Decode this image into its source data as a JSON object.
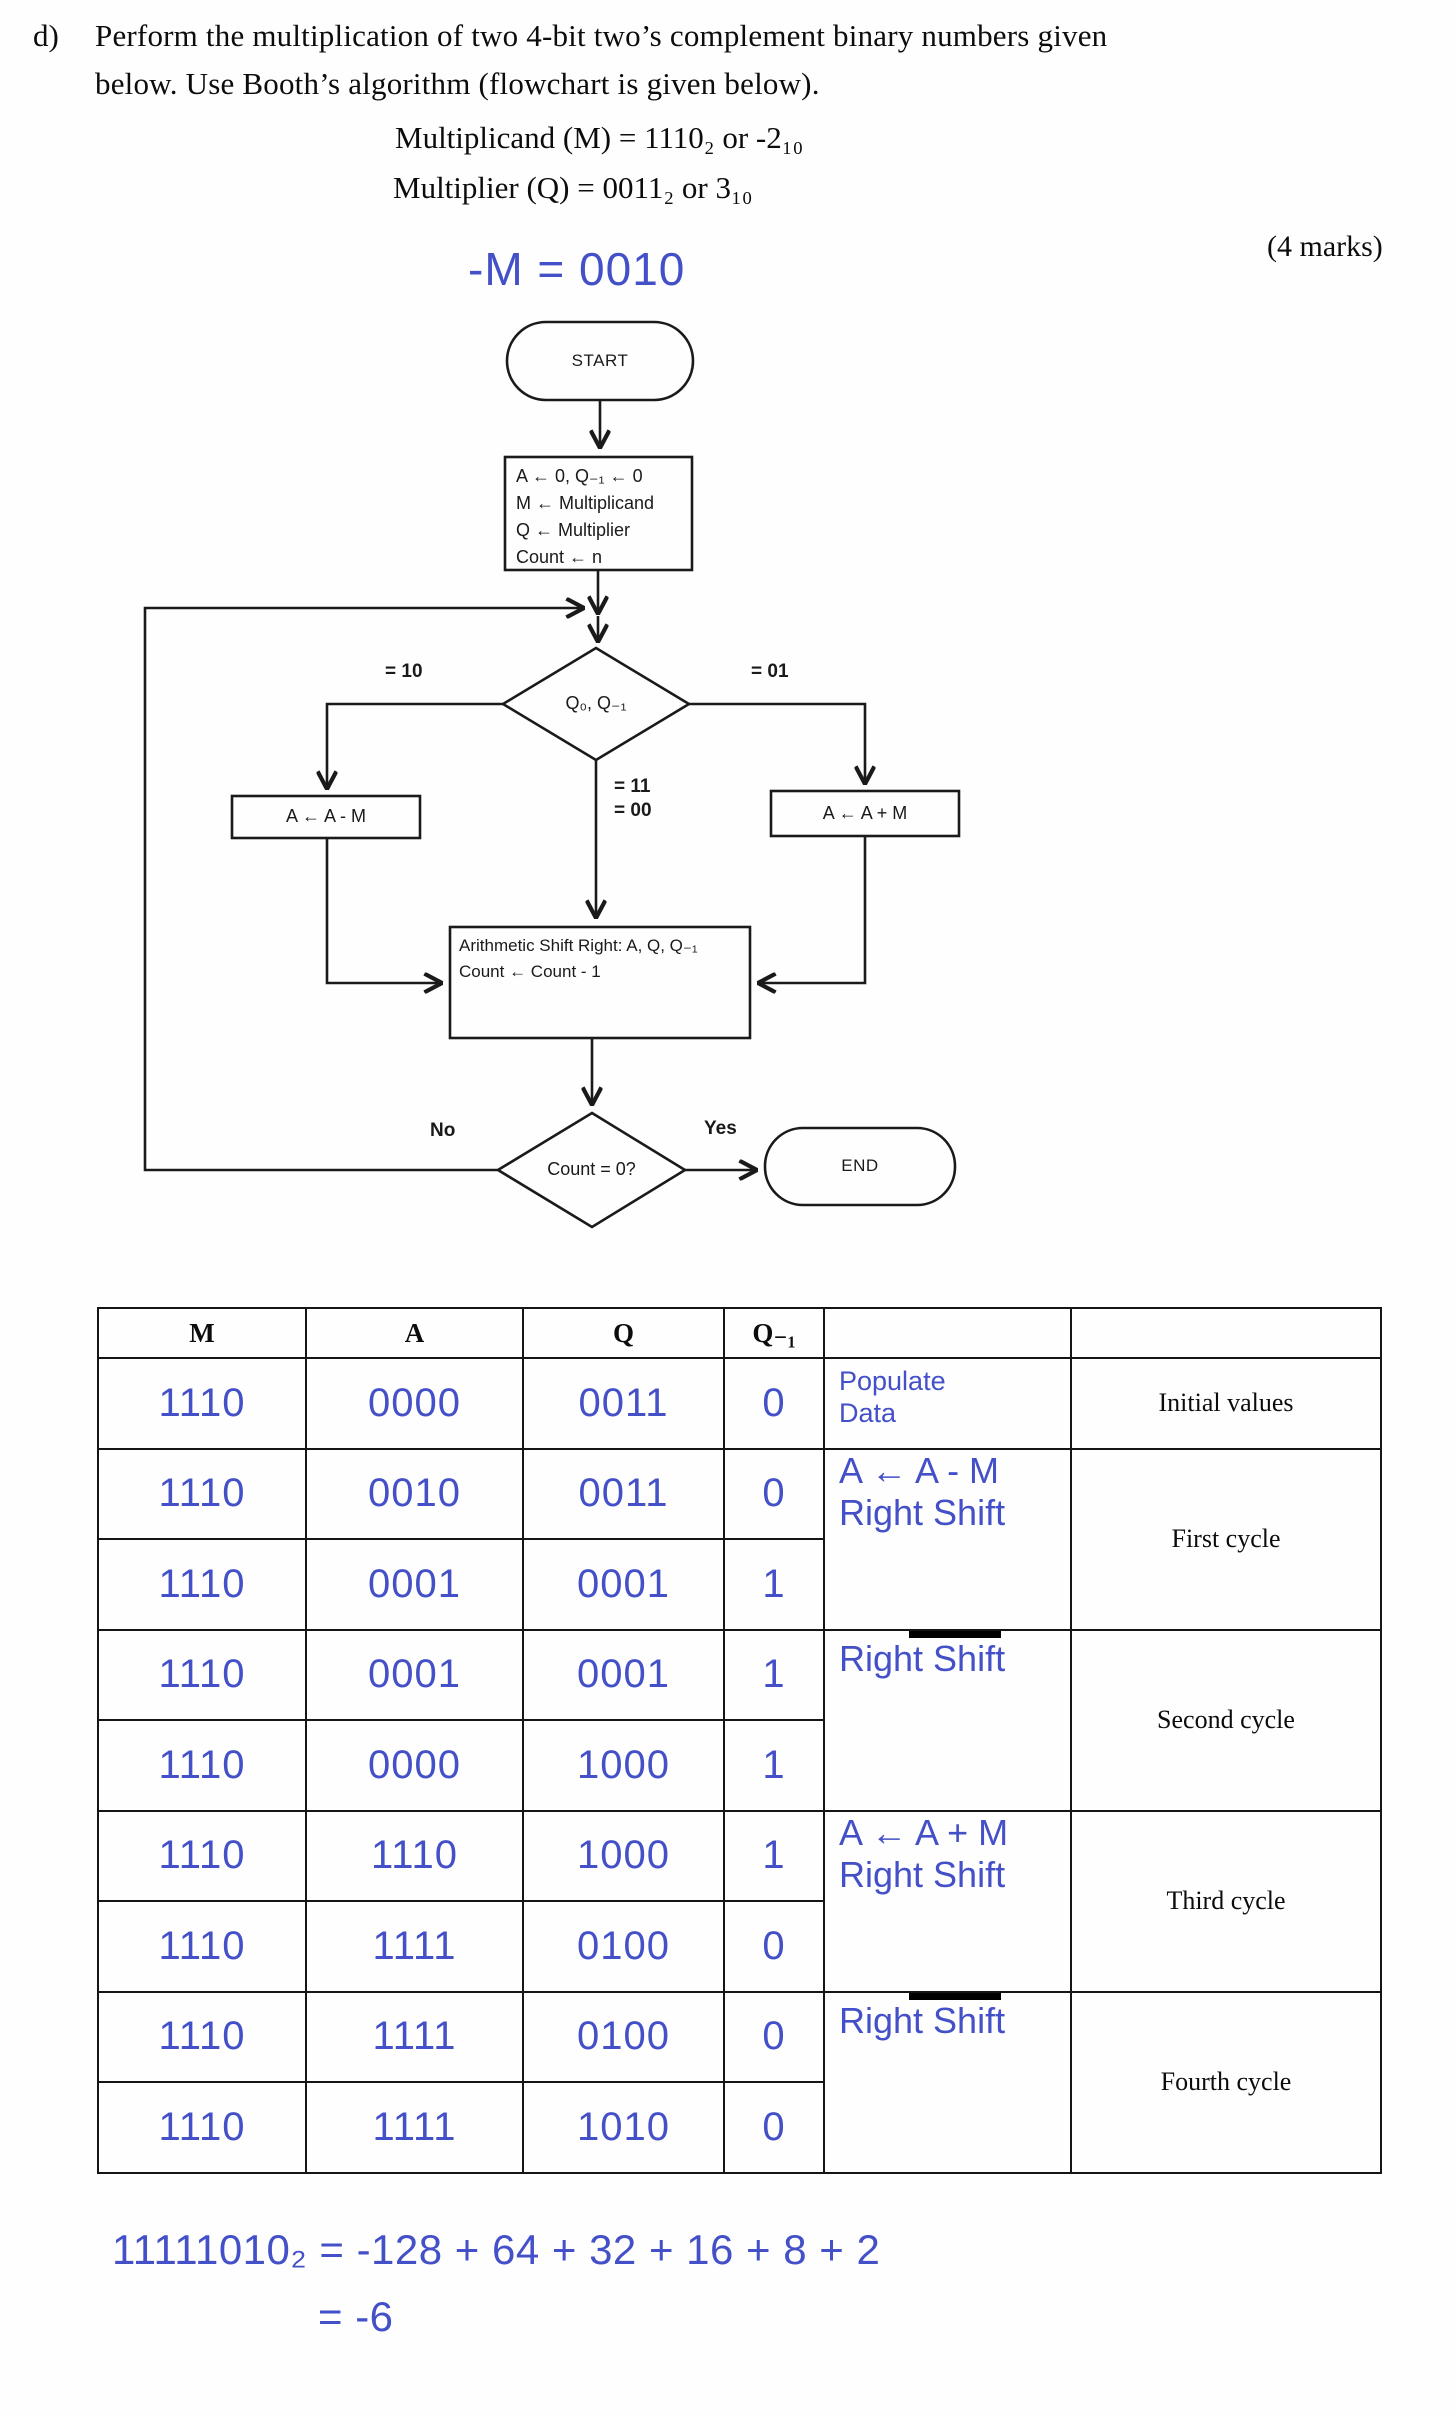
{
  "question": {
    "item_label": "d)",
    "line1": "Perform the multiplication of two 4-bit two’s complement binary numbers given",
    "line2": "below. Use Booth’s algorithm (flowchart is given below).",
    "multiplicand_line": "Multiplicand (M) = 1110₂  or -2₁₀",
    "multiplier_line": "Multiplier (Q) = 0011₂  or 3₁₀",
    "marks": "(4 marks)",
    "handwritten_negative_m": "-M = 0010"
  },
  "flowchart": {
    "start_label": "START",
    "init_lines": [
      "A ← 0, Q₋₁ ← 0",
      "M ← Multiplicand",
      "Q ← Multiplier",
      "Count ← n"
    ],
    "decision1_label": "Q₀, Q₋₁",
    "edge_10": "= 10",
    "edge_01": "= 01",
    "edge_11": "= 11",
    "edge_00": "= 00",
    "subtract_box": "A ← A - M",
    "add_box": "A ← A + M",
    "shift_lines": [
      "Arithmetic Shift Right: A, Q, Q₋₁",
      "Count ← Count - 1"
    ],
    "decision2_label": "Count = 0?",
    "edge_no": "No",
    "edge_yes": "Yes",
    "end_label": "END"
  },
  "trace_table": {
    "headers": [
      "M",
      "A",
      "Q",
      "Q₋₁"
    ],
    "rows": [
      {
        "m": "1110",
        "a": "0000",
        "q": "0011",
        "q1": "0"
      },
      {
        "m": "1110",
        "a": "0010",
        "q": "0011",
        "q1": "0"
      },
      {
        "m": "1110",
        "a": "0001",
        "q": "0001",
        "q1": "1"
      },
      {
        "m": "1110",
        "a": "0001",
        "q": "0001",
        "q1": "1"
      },
      {
        "m": "1110",
        "a": "0000",
        "q": "1000",
        "q1": "1"
      },
      {
        "m": "1110",
        "a": "1110",
        "q": "1000",
        "q1": "1"
      },
      {
        "m": "1110",
        "a": "1111",
        "q": "0100",
        "q1": "0"
      },
      {
        "m": "1110",
        "a": "1111",
        "q": "0100",
        "q1": "0"
      },
      {
        "m": "1110",
        "a": "1111",
        "q": "1010",
        "q1": "0"
      }
    ],
    "op_cells": [
      {
        "line1": "Populate",
        "line2": "Data"
      },
      {
        "first": "A ← A - M",
        "second": "Right Shift"
      },
      {
        "first": "—",
        "second": "Right Shift"
      },
      {
        "first": "A ← A + M",
        "second": "Right Shift"
      },
      {
        "first": "—",
        "second": "Right Shift"
      }
    ],
    "cycle_labels": [
      "Initial values",
      "First cycle",
      "Second cycle",
      "Third cycle",
      "Fourth cycle"
    ]
  },
  "result": {
    "line1": "11111010₂ = -128 + 64 + 32 + 16 + 8 + 2",
    "line2": "= -6"
  },
  "colors": {
    "handwriting_blue": "#4350c7",
    "ink_black": "#141414"
  }
}
